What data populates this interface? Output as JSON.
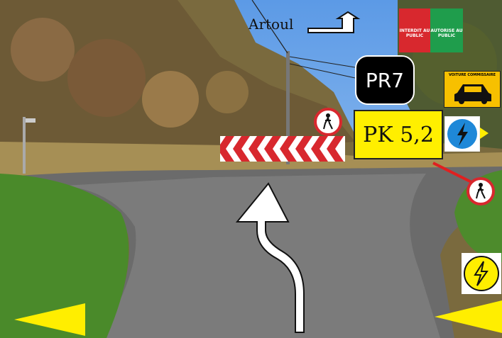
{
  "direction_sign": {
    "destination": "Artoul"
  },
  "route_marker": {
    "label": "PR7"
  },
  "kilometer_marker": {
    "label": "PK 5,2"
  },
  "notices": {
    "forbidden_label": "INTERDIT AU PUBLIC",
    "authorized_label": "AUTORISE AU PUBLIC",
    "service_car_label": "VOITURE COMMISSAIRE"
  },
  "icons": {
    "pedestrian_forbidden": "pedestrian-forbidden-icon",
    "electric_hazard": "lightning-icon",
    "turn_left_arrow": "turn-left-arrow-icon",
    "chevron_barrier": "chevron-barrier",
    "nav_left": "triangle-left-icon",
    "nav_right": "triangle-left-icon"
  },
  "colors": {
    "marker_yellow": "#ffef00",
    "nav_yellow": "#ffee00",
    "sign_red": "#d8282e",
    "sign_blue": "#1e88d8",
    "route_black": "#000000"
  }
}
